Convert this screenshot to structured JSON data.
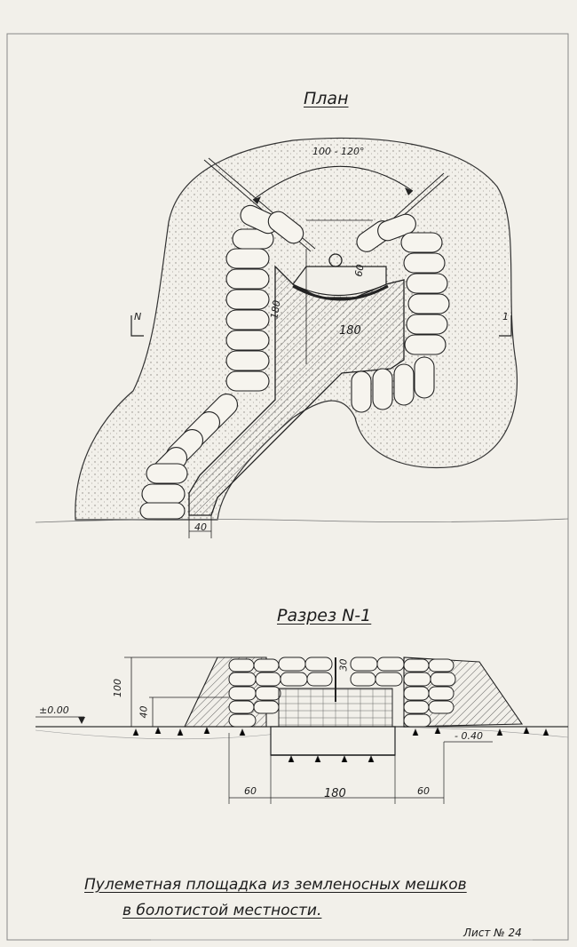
{
  "plan": {
    "title": "План",
    "angle_label": "100 - 120°",
    "dim_60": "60",
    "dim_180_vertical": "180",
    "dim_180": "180",
    "dim_40": "40",
    "cut_mark_left": "N",
    "cut_mark_right": "1"
  },
  "section": {
    "title": "Разрез N-1",
    "dim_100": "100",
    "dim_40": "40",
    "dim_30": "30",
    "level_zero": "±0.00",
    "level_minus": "- 0.40",
    "dim_60_left": "60",
    "dim_180": "180",
    "dim_60_right": "60"
  },
  "caption": {
    "line1": "Пулеметная площадка из земленосных мешков",
    "line2": "в болотистой местности."
  },
  "sheet_number": "Лист № 24",
  "colors": {
    "ink": "#1c1c1c",
    "paper": "#f2f0ea",
    "soil": "#dddad2"
  }
}
